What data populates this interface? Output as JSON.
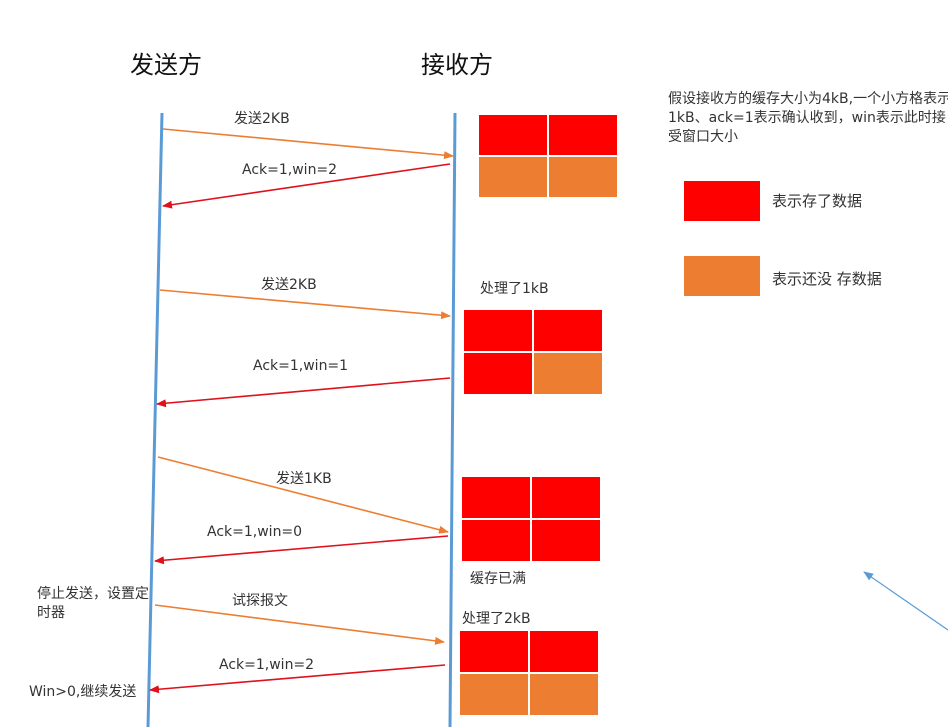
{
  "titles": {
    "sender": "发送方",
    "receiver": "接收方"
  },
  "note": "假设接收方的缓存大小为4kB,一个小方格表示1kB、ack=1表示确认收到，win表示此时接受窗口大小",
  "legend": {
    "filled": "表示存了数据",
    "empty": "表示还没 存数据"
  },
  "colors": {
    "filled": "#ff0000",
    "empty": "#ed7d31",
    "lifeline": "#5b9bd5",
    "send_arrow": "#ed7d31",
    "ack_arrow": "#e0101c"
  },
  "messages": [
    {
      "send": "发送2KB",
      "ack": "Ack=1,win=2"
    },
    {
      "send": "发送2KB",
      "ack": "Ack=1,win=1"
    },
    {
      "send": "发送1KB",
      "ack": "Ack=1,win=0"
    },
    {
      "send": "试探报文",
      "ack": "Ack=1,win=2"
    }
  ],
  "receiver_notes": {
    "processed_1": "处理了1kB",
    "buffer_full": "缓存已满",
    "processed_2": "处理了2kB"
  },
  "sender_notes": {
    "stop": "停止发送，设置定时器",
    "resume": "Win>0,继续发送"
  },
  "buffers": [
    [
      "filled",
      "filled",
      "empty",
      "empty"
    ],
    [
      "filled",
      "filled",
      "filled",
      "empty"
    ],
    [
      "filled",
      "filled",
      "filled",
      "filled"
    ],
    [
      "filled",
      "filled",
      "empty",
      "empty"
    ]
  ]
}
